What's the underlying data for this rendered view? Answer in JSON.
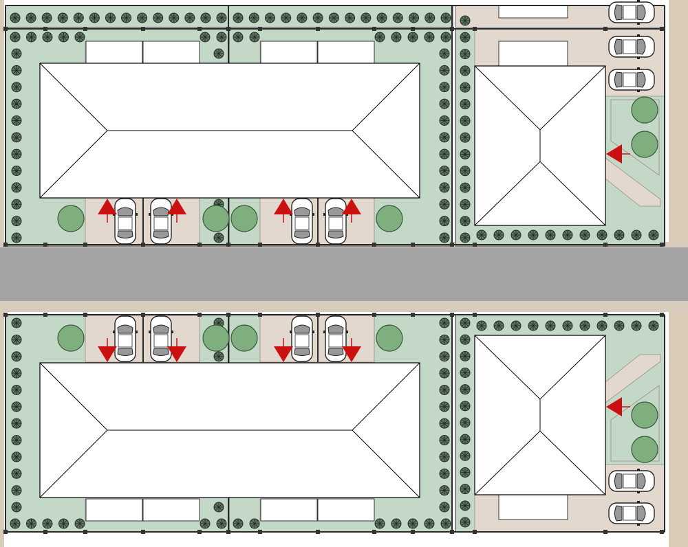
{
  "colors": {
    "background": "#ffffff",
    "road": "#a3a3a3",
    "sidewalk": "#d8ccbe",
    "lawn": "#c4d8c8",
    "lot_outline": "#6a6a6a",
    "paving": "#e3d8ce",
    "roof": "#ffffff",
    "tree_fill": "#7fae7f",
    "shrub_fill": "#5f7463",
    "arrow": "#cc1111",
    "fence_post": "#333333",
    "edge_strip": "#d8ccb8"
  },
  "icons": [
    "round-tree-icon",
    "hedge-shrub-icon",
    "car-icon",
    "access-arrow-icon",
    "fence-post-icon"
  ],
  "site": {
    "blocks": 2,
    "rowhouse_buildings": 2,
    "detached_houses": 2,
    "cars_in_driveways": 8,
    "cars_on_side_parking": 5,
    "round_trees": 12,
    "access_arrows": 10
  }
}
